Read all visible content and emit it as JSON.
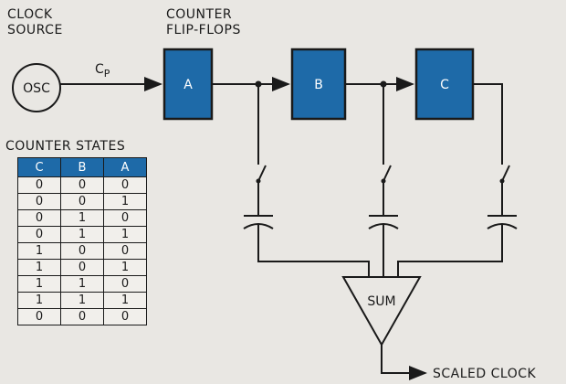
{
  "labels": {
    "clock_source": "CLOCK\nSOURCE",
    "counter_ff": "COUNTER\nFLIP-FLOPS",
    "osc": "OSC",
    "cp_main": "C",
    "cp_sub": "P",
    "sum": "SUM",
    "scaled_clock": "SCALED CLOCK",
    "table_title": "COUNTER STATES"
  },
  "flipflops": [
    "A",
    "B",
    "C"
  ],
  "table": {
    "headers": [
      "C",
      "B",
      "A"
    ],
    "rows": [
      [
        "0",
        "0",
        "0"
      ],
      [
        "0",
        "0",
        "1"
      ],
      [
        "0",
        "1",
        "0"
      ],
      [
        "0",
        "1",
        "1"
      ],
      [
        "1",
        "0",
        "0"
      ],
      [
        "1",
        "0",
        "1"
      ],
      [
        "1",
        "1",
        "0"
      ],
      [
        "1",
        "1",
        "1"
      ],
      [
        "0",
        "0",
        "0"
      ]
    ]
  },
  "colors": {
    "block_fill": "#1e6aa8",
    "line": "#1a1a1a",
    "background": "#e9e7e3"
  }
}
